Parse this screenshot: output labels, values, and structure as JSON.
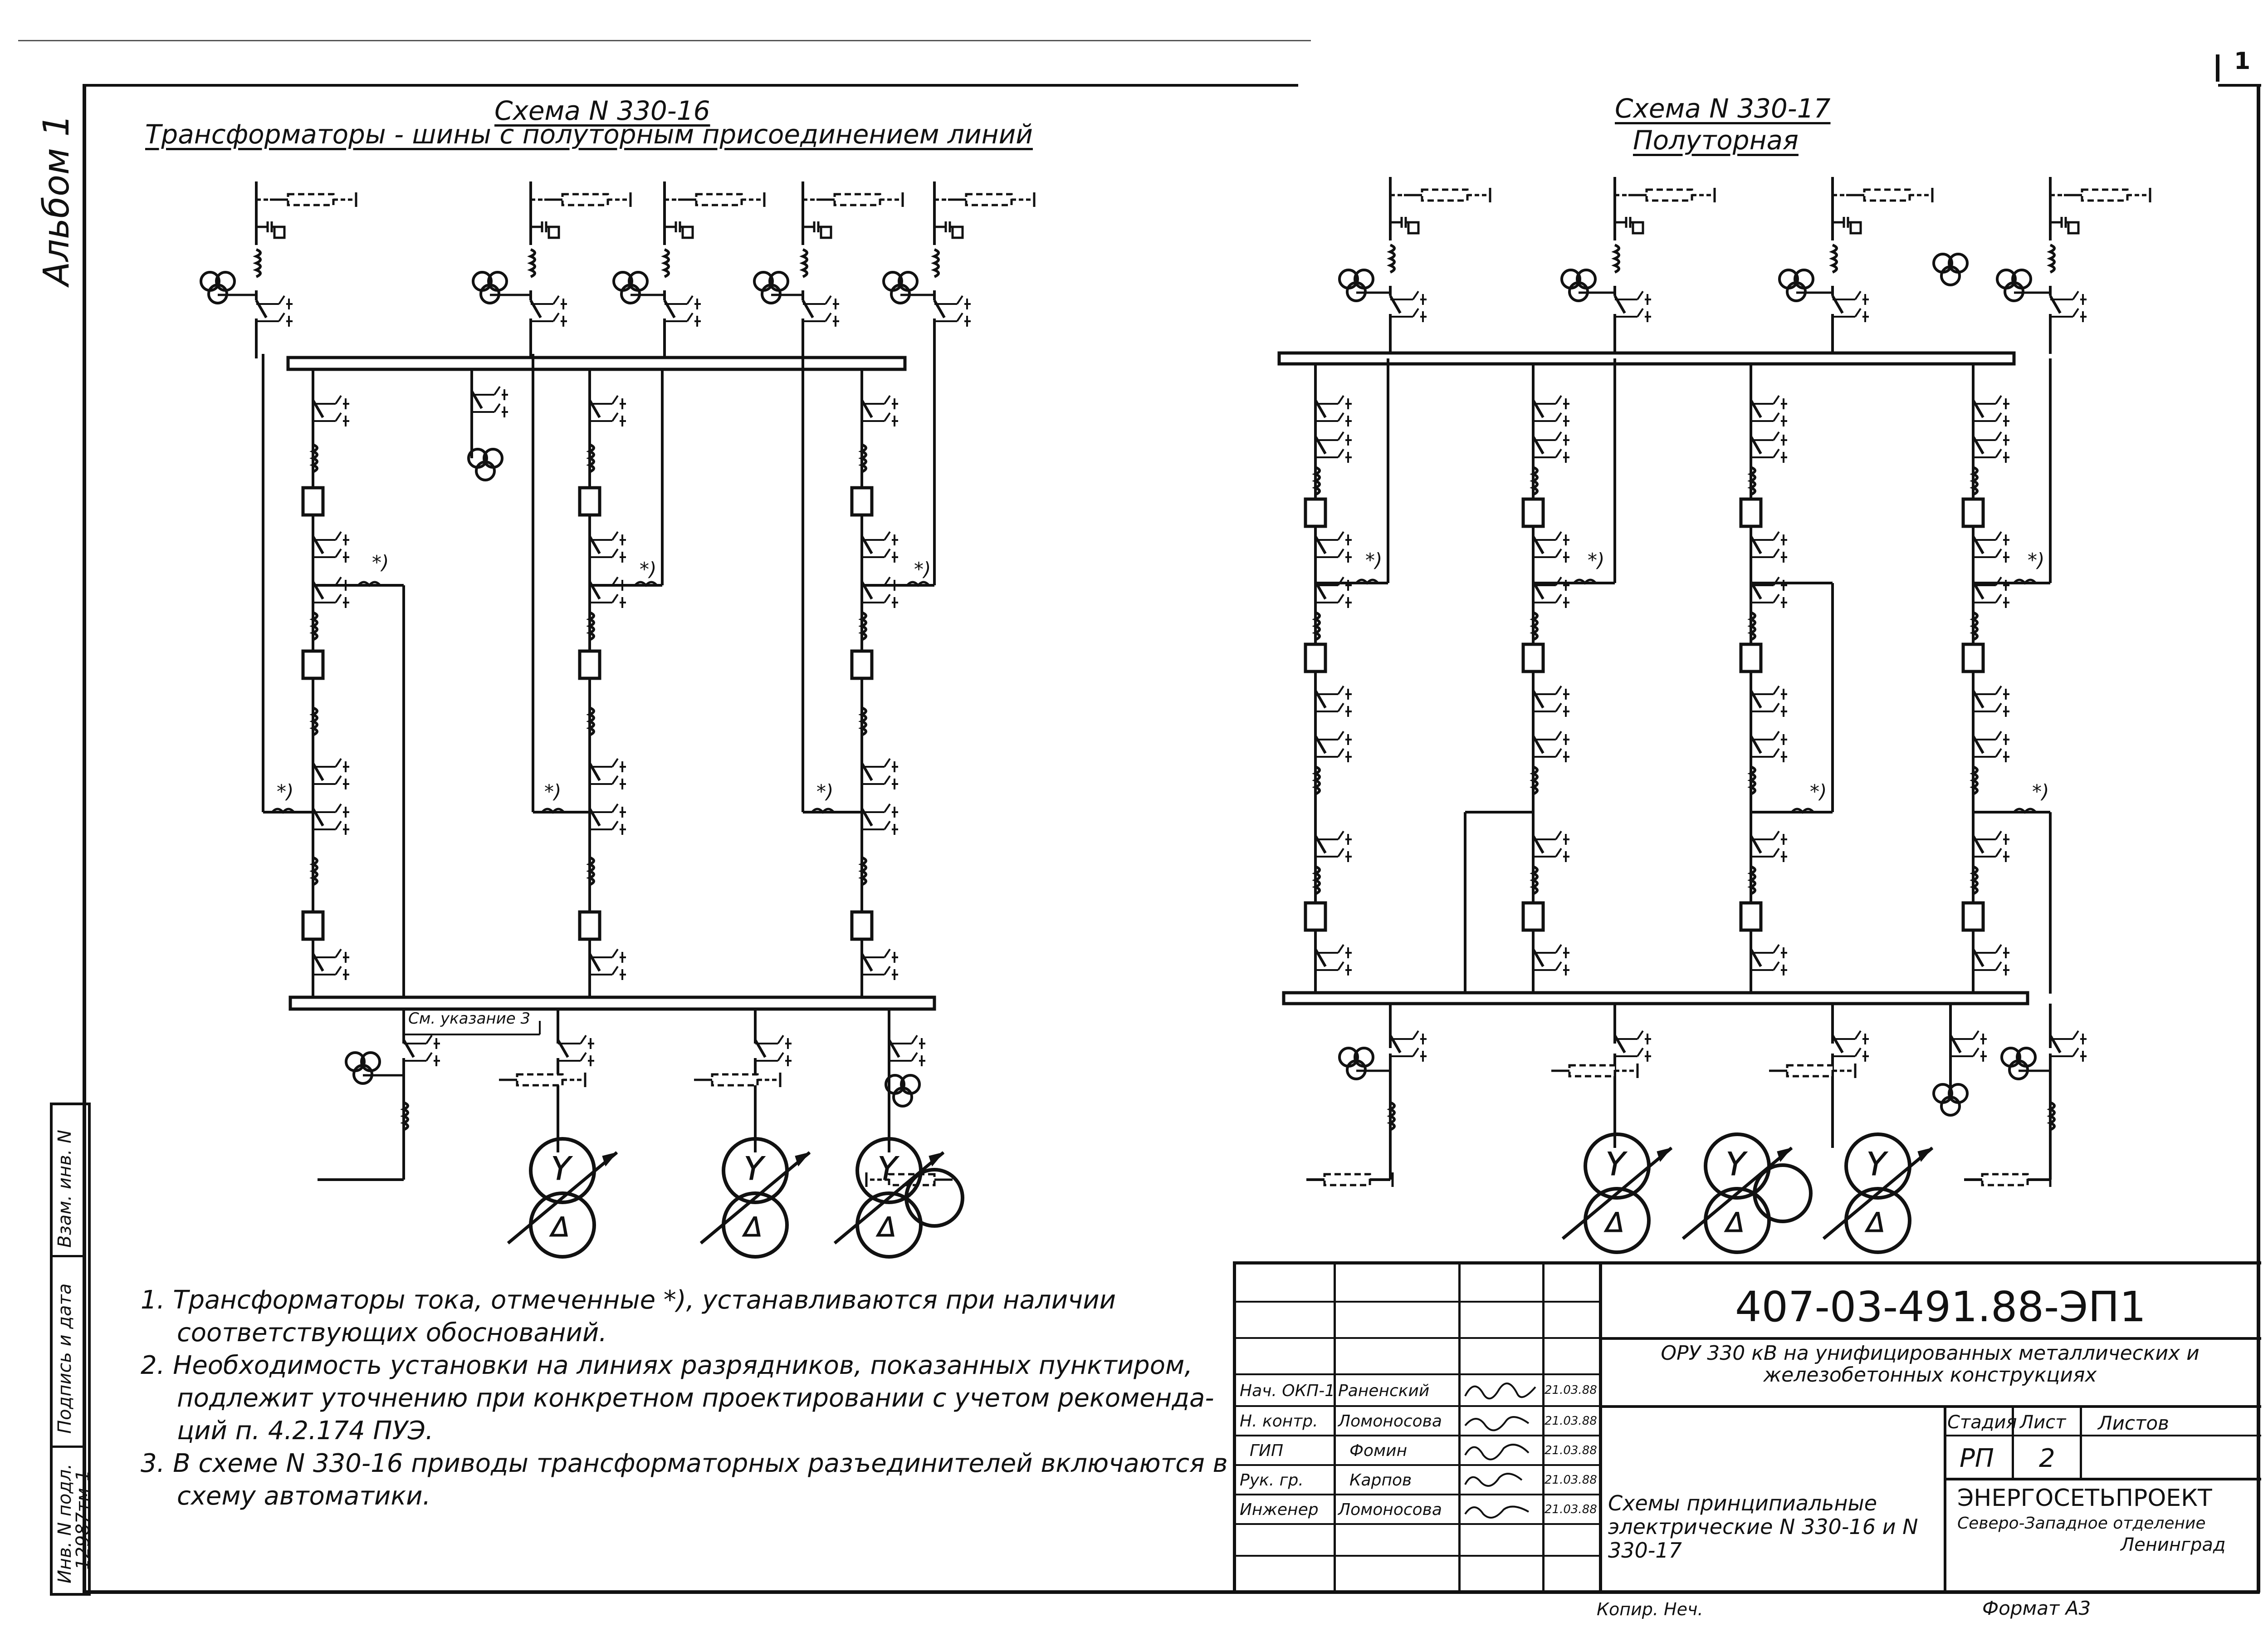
{
  "sheet": {
    "page_number": "1",
    "album_label": "Альбом 1"
  },
  "scheme_left": {
    "title": "Схема N 330-16",
    "subtitle": "Трансформаторы - шины с полуторным присоединением линий",
    "see_note": "См. указание 3"
  },
  "scheme_right": {
    "title": "Схема N 330-17",
    "subtitle": "Полуторная"
  },
  "annotations": {
    "ct_mark": "*)"
  },
  "notes": [
    "1. Трансформаторы тока, отмеченные *), устанавливаются при наличии",
    "соответствующих обоснований.",
    "2. Необходимость установки на линиях разрядников, показанных пунктиром,",
    "подлежит уточнению при конкретном проектировании с учетом рекомендa-",
    "ций п. 4.2.174 ПУЭ.",
    "3. В схеме N 330-16 приводы трансформаторных разъединителей включаются в",
    "схему автоматики."
  ],
  "margin_stamp": {
    "fields": [
      "Взам. инв. N",
      "Подпись и дата",
      "Инв. N подл."
    ],
    "inv_number": "12987тм-1"
  },
  "title_block": {
    "doc_code": "407-03-491.88-ЭП1",
    "description": "ОРУ 330 кВ на унифицированных металлических и железобетонных конструкциях",
    "sheet_title": "Схемы принципиальные электрические N 330-16 и N 330-17",
    "stage_header": "Стадия",
    "sheet_header": "Лист",
    "sheets_header": "Листов",
    "stage": "РП",
    "sheet_no": "2",
    "org_name": "ЭНЕРГОСЕТЬПРОЕКТ",
    "org_branch": "Северо-Западное отделение",
    "org_city": "Ленинград",
    "signatures": [
      {
        "role": "Нач. ОКП-1",
        "name": "Раненский",
        "date": "21.03.88"
      },
      {
        "role": "Н. контр.",
        "name": "Ломоносова",
        "date": "21.03.88"
      },
      {
        "role": "ГИП",
        "name": "Фомин",
        "date": "21.03.88"
      },
      {
        "role": "Рук. гр.",
        "name": "Карпов",
        "date": "21.03.88"
      },
      {
        "role": "Инженер",
        "name": "Ломоносова",
        "date": "21.03.88"
      }
    ],
    "copied_label": "Копир. Неч.",
    "format_label": "Формат А3"
  }
}
